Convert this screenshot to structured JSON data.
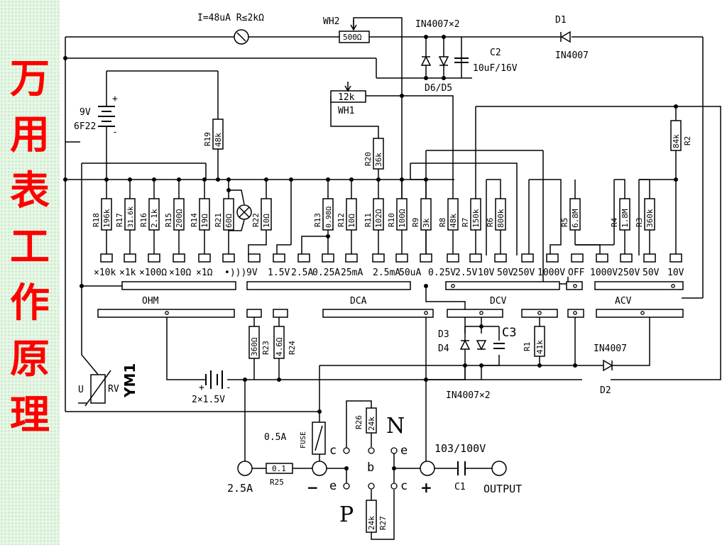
{
  "title_chars": [
    "万",
    "用",
    "表",
    "工",
    "作",
    "原",
    "理"
  ],
  "meter": {
    "spec": "I=48uA  R≤2kΩ",
    "name": "YM1"
  },
  "pot_wh2": {
    "name": "WH2",
    "value": "500Ω"
  },
  "pot_wh1": {
    "name": "WH1",
    "value": "12k"
  },
  "diodes_top": {
    "spec": "IN4007×2",
    "name": "D6/D5"
  },
  "cap_c2": {
    "name": "C2",
    "value": "10uF/16V"
  },
  "diode_d1": {
    "name": "D1",
    "value": "IN4007"
  },
  "battery9v": {
    "voltage": "9V",
    "type": "6F22",
    "plus": "+",
    "minus": "-"
  },
  "resistors": [
    {
      "name": "R18",
      "value": "196k"
    },
    {
      "name": "R17",
      "value": "31.6k"
    },
    {
      "name": "R16",
      "value": "2.1k"
    },
    {
      "name": "R15",
      "value": "200Ω"
    },
    {
      "name": "R14",
      "value": "19Ω"
    },
    {
      "name": "R21",
      "value": "60Ω"
    },
    {
      "name": "R22",
      "value": "10Ω"
    },
    {
      "name": "R13",
      "value": "0.98Ω"
    },
    {
      "name": "R12",
      "value": "10Ω"
    },
    {
      "name": "R11",
      "value": "102Ω"
    },
    {
      "name": "R10",
      "value": "100Ω"
    },
    {
      "name": "R9",
      "value": "3k"
    },
    {
      "name": "R8",
      "value": "48k"
    },
    {
      "name": "R7",
      "value": "150k"
    },
    {
      "name": "R6",
      "value": "800k"
    },
    {
      "name": "R5",
      "value": "6.8M"
    },
    {
      "name": "R4",
      "value": "1.8M"
    },
    {
      "name": "R3",
      "value": "360k"
    },
    {
      "name": "R19",
      "value": "48k"
    },
    {
      "name": "R20",
      "value": "36k"
    },
    {
      "name": "R2",
      "value": "84k"
    },
    {
      "name": "R1",
      "value": "41k"
    },
    {
      "name": "R23",
      "value": "360Ω"
    },
    {
      "name": "R24",
      "value": "4.6Ω"
    },
    {
      "name": "R25",
      "value": "0.1"
    },
    {
      "name": "R26",
      "value": "24k"
    },
    {
      "name": "R27",
      "value": "24k"
    }
  ],
  "range_labels": [
    "×10k",
    "×1k",
    "×100Ω",
    "×10Ω",
    "×1Ω",
    "•)))",
    "9V",
    "1.5V",
    "2.5A",
    "0.25A",
    "25mA",
    "2.5mA",
    "50uA",
    "0.25V",
    "2.5V",
    "10V",
    "50V",
    "250V",
    "1000V",
    "OFF",
    "1000V",
    "250V",
    "50V",
    "10V"
  ],
  "section_labels": {
    "ohm": "OHM",
    "dca": "DCA",
    "dcv": "DCV",
    "acv": "ACV"
  },
  "diodes_d3d4": {
    "name1": "D3",
    "name2": "D4",
    "cap": "C3"
  },
  "diode_d2": {
    "value": "IN4007",
    "name": "D2"
  },
  "diodes_bottom_label": "IN4007×2",
  "battery2": {
    "plus": "+",
    "minus": "-",
    "label": "2×1.5V"
  },
  "rv": {
    "u": "U",
    "name": "RV"
  },
  "fuse": {
    "value": "0.5A",
    "name": "FUSE"
  },
  "transistor": {
    "n": "N",
    "p": "P",
    "c_top": "c",
    "b": "b",
    "e_top": "e",
    "e_bot": "e",
    "c_bot": "c"
  },
  "terminals": {
    "amp": "2.5A",
    "minus": "−",
    "plus": "+",
    "output": "OUTPUT"
  },
  "cap_c1": {
    "value": "103/100V",
    "name": "C1"
  }
}
